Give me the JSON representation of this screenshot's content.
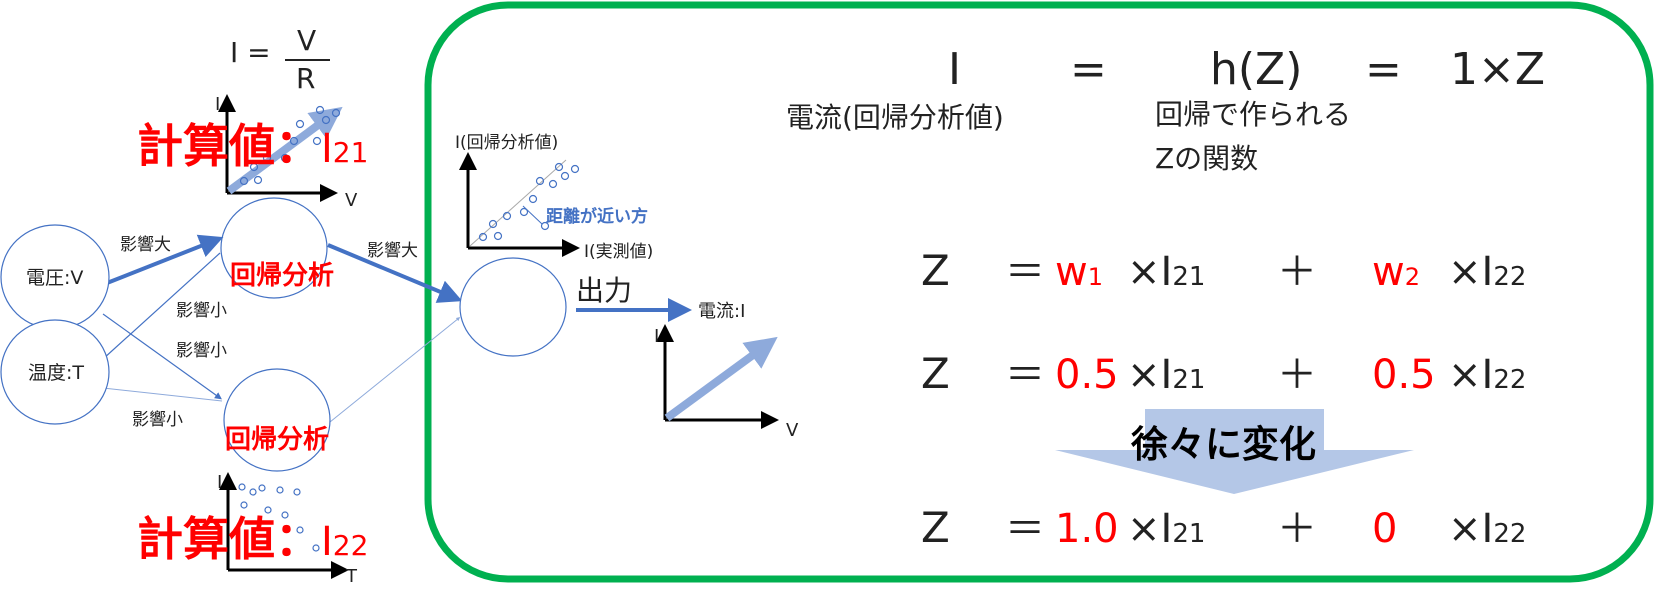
{
  "colors": {
    "frame": "#00b050",
    "accent_red": "#ff0000",
    "arrow_blue": "#4472c4",
    "light_blue": "#8eaadb",
    "change_arrow": "#b4c7e7"
  },
  "left": {
    "ohm_formula": {
      "lhs": "I =",
      "numerator": "V",
      "denominator": "R"
    },
    "chart_top": {
      "y_label": "I",
      "x_label": "V"
    },
    "calc_top": {
      "label": "計算値",
      "colon": "：",
      "var": "I",
      "sub": "21"
    },
    "nodes": {
      "voltage": "電圧:V",
      "temperature": "温度:T",
      "regression_top": "回帰分析",
      "regression_bottom": "回帰分析"
    },
    "edges": {
      "v_to_top": "影響大",
      "top_to_center": "影響大",
      "t_to_top": "影響小",
      "v_to_bottom": "影響小",
      "t_to_bottom": "影響小"
    },
    "chart_bottom": {
      "y_label": "I",
      "x_label": "T"
    },
    "calc_bottom": {
      "label": "計算値",
      "colon": "：",
      "var": "I",
      "sub": "22"
    }
  },
  "right": {
    "scatter": {
      "y_label": "I(回帰分析値)",
      "x_label": "I(実測値)",
      "annotation": "距離が近い方"
    },
    "output_label": "出力",
    "output_target": "電流:I",
    "output_chart": {
      "y_label": "I",
      "x_label": "V"
    },
    "formula": {
      "lhs": "I",
      "eq1": "=",
      "mid": "h(Z)",
      "eq2": "=",
      "rhs": "1×Z",
      "lhs_note": "電流(回帰分析値)",
      "mid_note_1": "回帰で作られる",
      "mid_note_2": "Zの関数"
    },
    "equations": [
      {
        "z": "Z",
        "eq": "＝",
        "c1": "w",
        "c1_sub": "1",
        "t1": "×I",
        "t1_sub": "21",
        "plus": "＋",
        "c2": "w",
        "c2_sub": "2",
        "t2": "×I",
        "t2_sub": "22"
      },
      {
        "z": "Z",
        "eq": "＝",
        "c1": "0.5",
        "t1": "×I",
        "t1_sub": "21",
        "plus": "＋",
        "c2": "0.5",
        "t2": "×I",
        "t2_sub": "22"
      },
      {
        "z": "Z",
        "eq": "＝",
        "c1": "1.0",
        "t1": "×I",
        "t1_sub": "21",
        "plus": "＋",
        "c2": "0",
        "t2": "×I",
        "t2_sub": "22"
      }
    ],
    "change_label": "徐々に変化"
  }
}
